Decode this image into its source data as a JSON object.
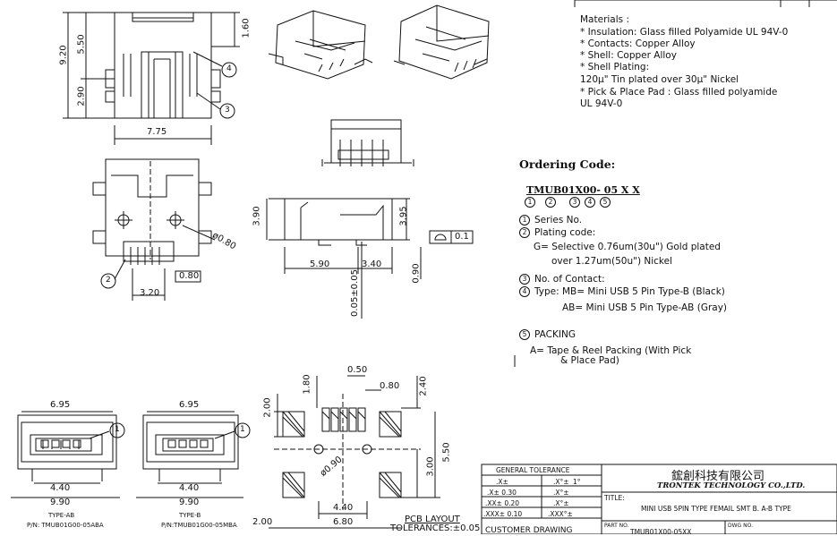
{
  "dimensions": {
    "top_height": "9.20",
    "top_upper": "5.50",
    "top_lower": "2.90",
    "top_right": "1.60",
    "top_width": "7.75",
    "hole_dia": "ø0.80",
    "pin_pitch_box": "0.80",
    "pin_span": "3.20",
    "side_height_left": "3.90",
    "side_height_right": "3.95",
    "side_left_width": "5.90",
    "side_right_width": "3.40",
    "side_gap": "0.90",
    "side_offset": "0.05±0.05",
    "flatness": "0.1",
    "ab_top_width": "6.95",
    "ab_inner": "4.40",
    "ab_bottom": "9.90",
    "b_top_width": "6.95",
    "b_inner": "4.40",
    "b_bottom": "9.90",
    "pcb_pad_pitch": "0.50",
    "pcb_pad_width": "0.80",
    "pcb_pad_height": "1.80",
    "pcb_top_gap": "2.00",
    "pcb_right_top": "2.40",
    "pcb_hole": "ø0.90",
    "pcb_right_total": "5.50",
    "pcb_right_mid": "3.00",
    "pcb_inner_span": "4.40",
    "pcb_total_span": "6.80",
    "pcb_left_offset": "2.00"
  },
  "callouts": {
    "c1": "1",
    "c2": "2",
    "c3": "3",
    "c4": "4"
  },
  "labels": {
    "type_ab": "TYPE-AB",
    "pn_ab": "P/N: TMUB01G00-05ABA",
    "type_b": "TYPE-B",
    "pn_b": "P/N:TMUB01G00-05MBA",
    "pcb_layout": "PCB LAYOUT",
    "tolerances": "TOLERANCES:±0.05"
  },
  "materials": {
    "heading": "Materials :",
    "lines": [
      "*  Insulation: Glass filled Polyamide UL 94V-0",
      "*  Contacts: Copper Alloy",
      "*  Shell: Copper Alloy",
      "*  Shell Plating:",
      "   120μ\" Tin plated over 30μ\" Nickel",
      "*  Pick & Place Pad : Glass filled polyamide",
      "   UL 94V-0"
    ]
  },
  "ordering": {
    "title": "Ordering Code:",
    "code": "TMUB01X00- 05 X X",
    "code_markers": [
      "1",
      "2",
      "3",
      "4",
      "5"
    ],
    "series_label": "Series No.",
    "plating_label": "Plating code:",
    "plating_g": "G= Selective 0.76um(30u\") Gold plated",
    "plating_g2": "over 1.27um(50u\") Nickel",
    "contacts_label": "No. of Contact:",
    "type_label": "Type: MB= Mini USB 5 Pin Type-B (Black)",
    "type_ab": "AB= Mini USB 5 Pin Type-AB (Gray)",
    "packing_label": "PACKING",
    "packing_a": "A= Tape & Reel Packing (With Pick",
    "packing_a2": "& Place Pad)"
  },
  "title_block": {
    "gen_tol": "GENERAL TOLERANCE",
    "rows": [
      {
        "k": ".X±",
        "v": ".X°±",
        "n": "1°"
      },
      {
        "k": ".X± 0.30",
        "v": ".X°±",
        "n": ""
      },
      {
        "k": ".XX± 0.20",
        "v": ".X°±",
        "n": ""
      },
      {
        "k": ".XXX± 0.10",
        "v": ".XXX°±",
        "n": ""
      }
    ],
    "company_cn": "鋐創科技有限公司",
    "company_en": "TRONTEK TECHNOLOGY CO.,LTD.",
    "title_label": "TITLE:",
    "title_value": "MINI USB 5PIN TYPE FEMAIL SMT B. A-B TYPE",
    "part_label": "PART NO.",
    "part_value": "TMUB01X00-05XX",
    "dwg_label": "DWG NO.",
    "customer": "CUSTOMER DRAWING"
  }
}
